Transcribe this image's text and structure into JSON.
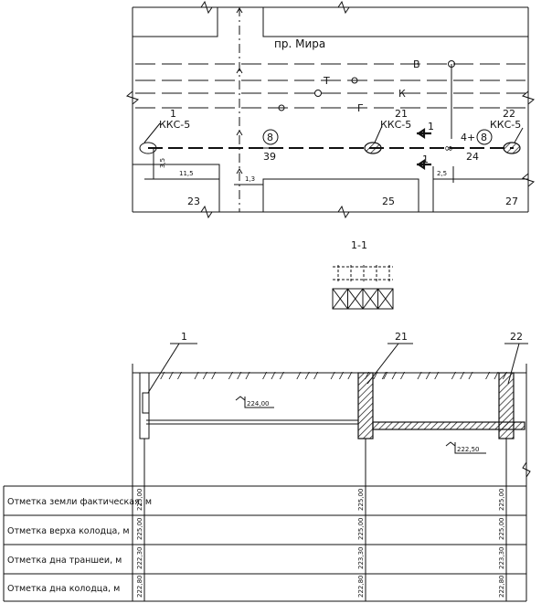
{
  "plan": {
    "street_name": "пр. Мира",
    "utility_lines": [
      "В",
      "Т",
      "К",
      "Г"
    ],
    "wells": [
      {
        "number": "1",
        "type": "ККС-5"
      },
      {
        "number": "21",
        "type": "ККС-5"
      },
      {
        "number": "22",
        "type": "ККС-5"
      }
    ],
    "duct_count_1": "8",
    "span_1": "39",
    "duct_count_2": "8",
    "duct_prefix_2": "4+",
    "span_2": "24",
    "section_mark": "1",
    "building_numbers": [
      "23",
      "25",
      "27"
    ],
    "dims": {
      "d35": "3,5",
      "d115": "11,5",
      "d13": "1,3",
      "d25": "2,5"
    }
  },
  "section": {
    "title": "1-1"
  },
  "profile": {
    "well_labels": [
      "1",
      "21",
      "22"
    ],
    "elevation_1": "224,00",
    "elevation_2": "222,50"
  },
  "table": {
    "rows": [
      {
        "label": "Отметка земли фактическая, м",
        "values": [
          "225,00",
          "225,00",
          "225,00"
        ]
      },
      {
        "label": "Отметка верха колодца, м",
        "values": [
          "225,00",
          "225,00",
          "225,00"
        ]
      },
      {
        "label": "Отметка дна траншеи, м",
        "values": [
          "222,30",
          "223,30",
          "223,30"
        ]
      },
      {
        "label": "Отметка дна колодца, м",
        "values": [
          "222,80",
          "222,80",
          "222,80"
        ]
      }
    ]
  }
}
